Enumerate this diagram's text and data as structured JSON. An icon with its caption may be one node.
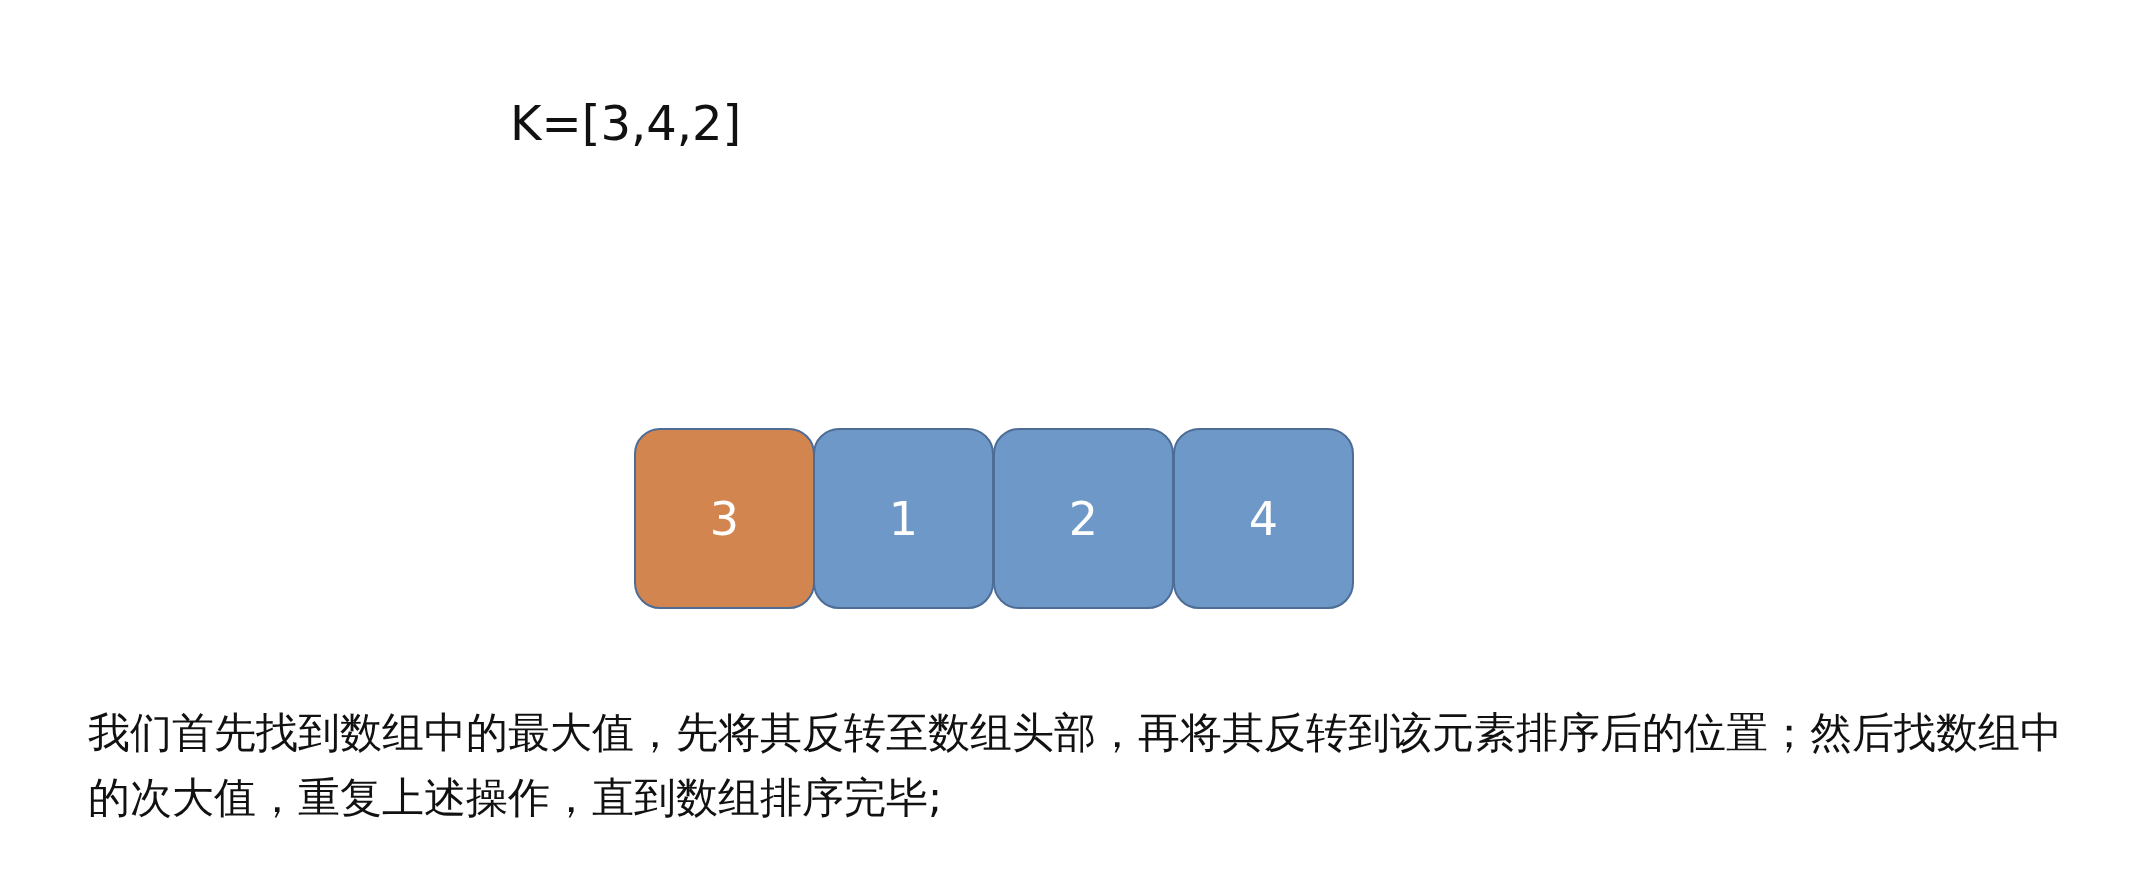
{
  "diagram": {
    "nodes": [
      {
        "text": [
          "3"
        ]
      },
      {
        "text": [
          "1"
        ]
      },
      {
        "text": [
          "2"
        ]
      },
      {
        "text": [
          "4"
        ]
      }
    ],
    "edges": [],
    "labels": [
      "K=[3,4,2]",
      "我们首先找到数组中的最大值，先将其反转至数组头部，再将其反转到该元素排序后的位置；然后找数组中的次大值，重复上述操作，直到数组排序完毕;"
    ]
  }
}
